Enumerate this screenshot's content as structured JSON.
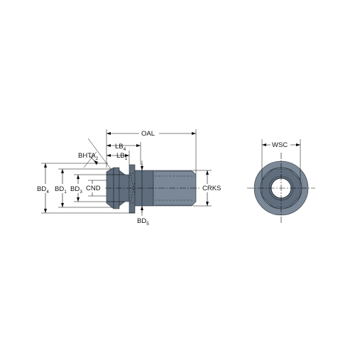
{
  "labels": {
    "oal": "OAL",
    "lb4": "LB",
    "lb4_sub": "4",
    "lb1": "LB",
    "lb1_sub": "1",
    "bhta2": "BHTA",
    "bhta2_sub": "2",
    "bd4": "BD",
    "bd4_sub": "4",
    "bd1": "BD",
    "bd1_sub": "1",
    "bd3": "BD",
    "bd3_sub": "3",
    "cnd": "CND",
    "crks": "CRKS",
    "bd5": "BD",
    "bd5_sub": "5",
    "wsc": "WSC"
  },
  "colors": {
    "body": "#5f6d7d",
    "body_light": "#7b8897",
    "outline": "#2a3038",
    "dimension": "#000000"
  }
}
